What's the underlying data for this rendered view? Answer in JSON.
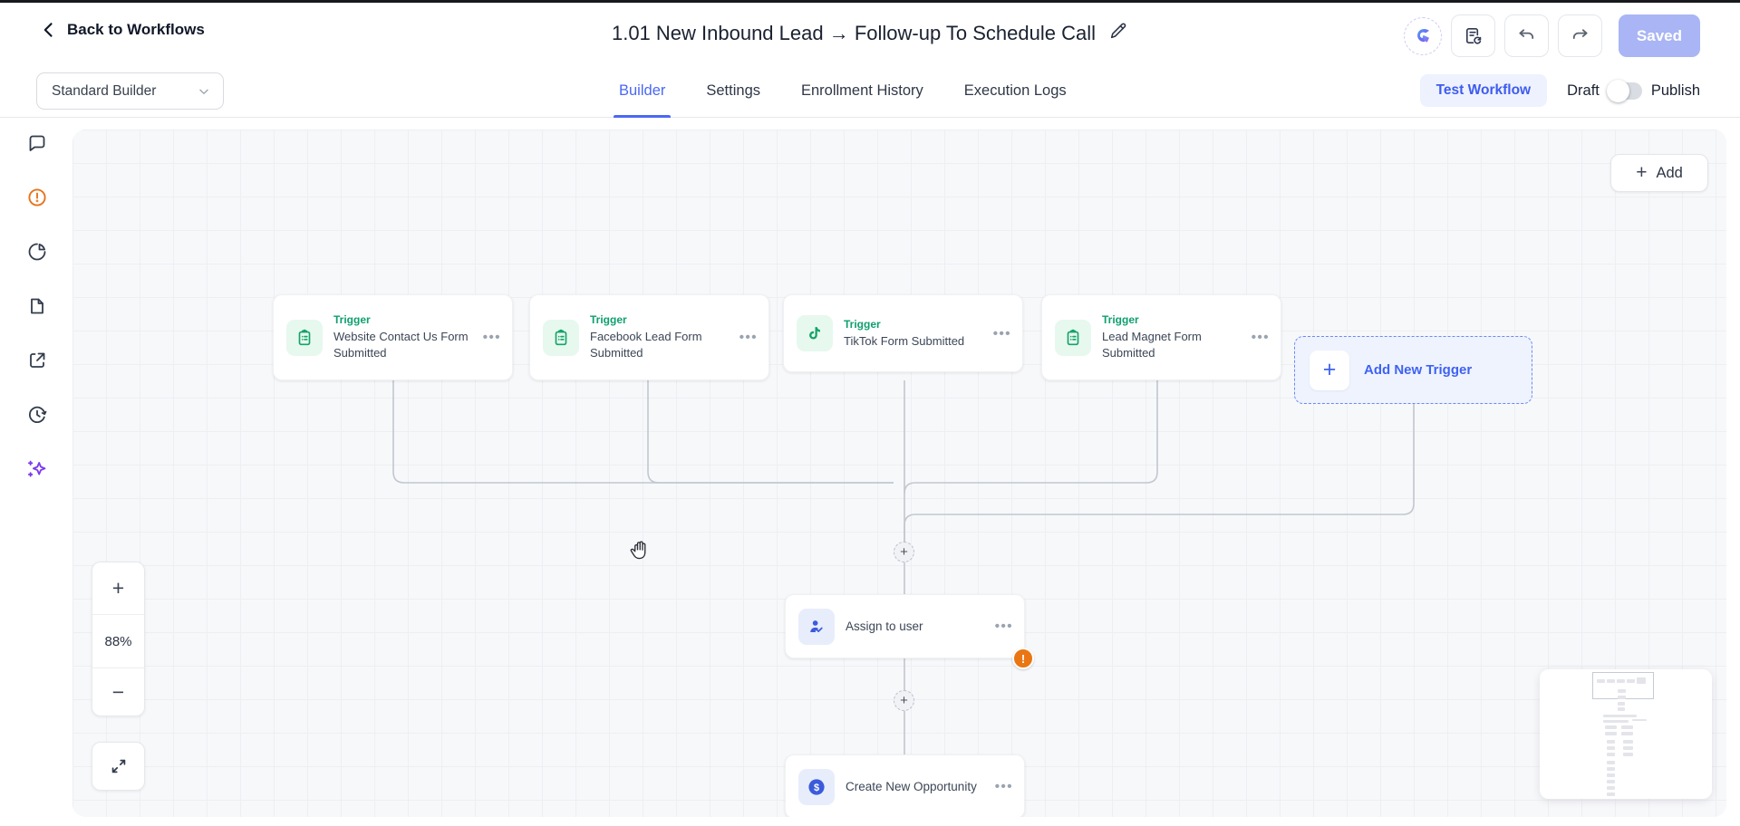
{
  "header": {
    "back_label": "Back to Workflows",
    "title": "1.01 New Inbound Lead → Follow-up To Schedule Call",
    "saved_label": "Saved",
    "icons": [
      "brand-logo",
      "change-log-icon",
      "undo-icon",
      "redo-icon"
    ]
  },
  "toolbar": {
    "builder_mode": "Standard Builder",
    "tabs": [
      {
        "label": "Builder",
        "active": true
      },
      {
        "label": "Settings",
        "active": false
      },
      {
        "label": "Enrollment History",
        "active": false
      },
      {
        "label": "Execution Logs",
        "active": false
      }
    ],
    "test_workflow_label": "Test Workflow",
    "draft_label": "Draft",
    "publish_label": "Publish",
    "publish_toggle_state": "off"
  },
  "sidebar": {
    "icons": [
      "chat-icon",
      "warning-icon",
      "pie-chart-icon",
      "document-icon",
      "external-link-icon",
      "history-icon",
      "ai-sparkle-icon"
    ]
  },
  "canvas": {
    "add_button_label": "Add",
    "zoom_level": "88%",
    "zoom_in_glyph": "+",
    "zoom_out_glyph": "−",
    "more_glyph": "•••",
    "plus_glyph": "+",
    "triggers": [
      {
        "label": "Trigger",
        "name": "Website Contact Us Form Submitted",
        "icon": "clipboard-icon"
      },
      {
        "label": "Trigger",
        "name": "Facebook Lead Form Submitted",
        "icon": "clipboard-icon"
      },
      {
        "label": "Trigger",
        "name": "TikTok Form Submitted",
        "icon": "tiktok-icon"
      },
      {
        "label": "Trigger",
        "name": "Lead Magnet Form Submitted",
        "icon": "clipboard-icon"
      }
    ],
    "add_new_trigger_label": "Add New Trigger",
    "actions": [
      {
        "name": "Assign to user",
        "icon": "user-check-icon",
        "has_warning": true,
        "warning_glyph": "!"
      },
      {
        "name": "Create New Opportunity",
        "icon": "dollar-icon",
        "has_warning": false
      }
    ]
  },
  "colors": {
    "accent_blue": "#4a68f5",
    "trigger_green": "#0e9f6e",
    "warning_orange": "#e8731a",
    "saved_disabled": "#a9b5f4",
    "ai_purple": "#7c3aed",
    "connector_gray": "#c2c7d0"
  }
}
